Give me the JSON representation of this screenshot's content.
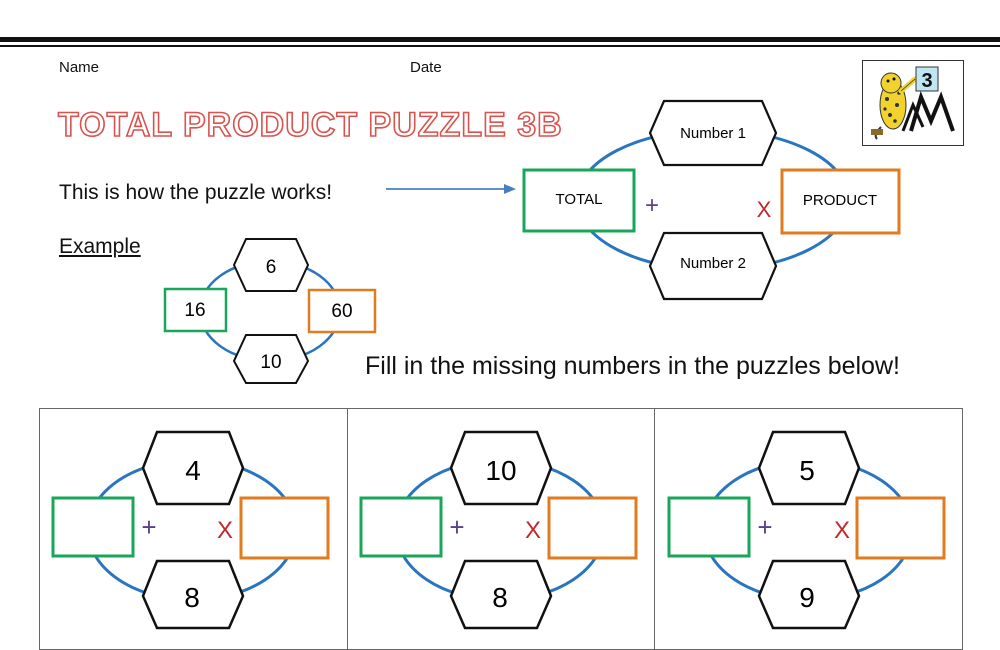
{
  "header": {
    "name_label": "Name",
    "date_label": "Date"
  },
  "title": "TOTAL PRODUCT PUZZLE 3B",
  "intro_text": "This is how the puzzle works!",
  "diagram": {
    "top_label": "Number 1",
    "bottom_label": "Number 2",
    "left_label": "TOTAL",
    "right_label": "PRODUCT",
    "plus_sign": "+",
    "times_sign": "X"
  },
  "example": {
    "label": "Example",
    "top": "6",
    "bottom": "10",
    "total": "16",
    "product": "60"
  },
  "instruction": "Fill in the missing numbers in the puzzles below!",
  "logo": {
    "grade_number": "3",
    "icon": "leopard-math-logo-icon"
  },
  "puzzles": [
    {
      "top": "4",
      "bottom": "8",
      "total": "",
      "product": ""
    },
    {
      "top": "10",
      "bottom": "8",
      "total": "",
      "product": ""
    },
    {
      "top": "5",
      "bottom": "9",
      "total": "",
      "product": ""
    }
  ],
  "colors": {
    "total_border": "#1aa65a",
    "product_border": "#e07b1f",
    "ring": "#2a75c0",
    "plus": "#5b3f8c",
    "times": "#c0282d",
    "title_outline": "#d9534f",
    "arrow": "#4a7ebf"
  }
}
